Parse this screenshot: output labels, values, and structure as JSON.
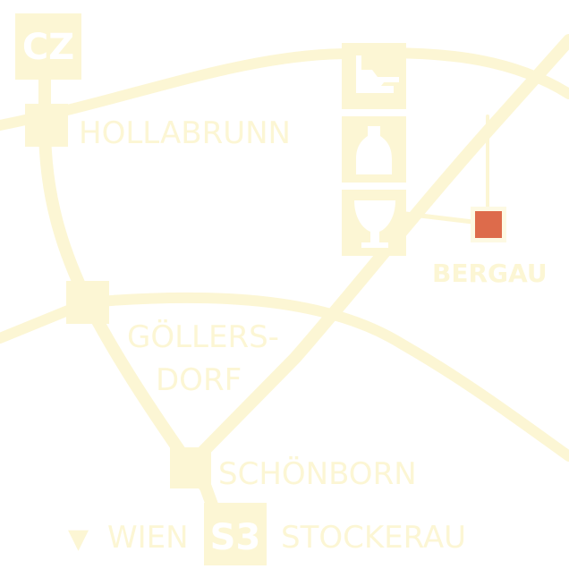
{
  "colors": {
    "background": "#ffffff",
    "road": "#fcf6d4",
    "road_light": "#fdf9e3",
    "marker": "#dd6b4b",
    "icon_fg": "#ffffff"
  },
  "badges": {
    "border": "CZ",
    "expressway": "S3"
  },
  "places": {
    "hollabrunn": "HOLLABRUNN",
    "goellersdorf_line1": "GÖLLERS-",
    "goellersdorf_line2": "DORF",
    "schoenborn": "SCHÖNBORN",
    "bergau": "BERGAU"
  },
  "directions": {
    "arrow": "▼",
    "left": "WIEN",
    "right": "STOCKERAU"
  },
  "icons": [
    "mill-icon",
    "bottle-icon",
    "wine-glass-icon"
  ]
}
